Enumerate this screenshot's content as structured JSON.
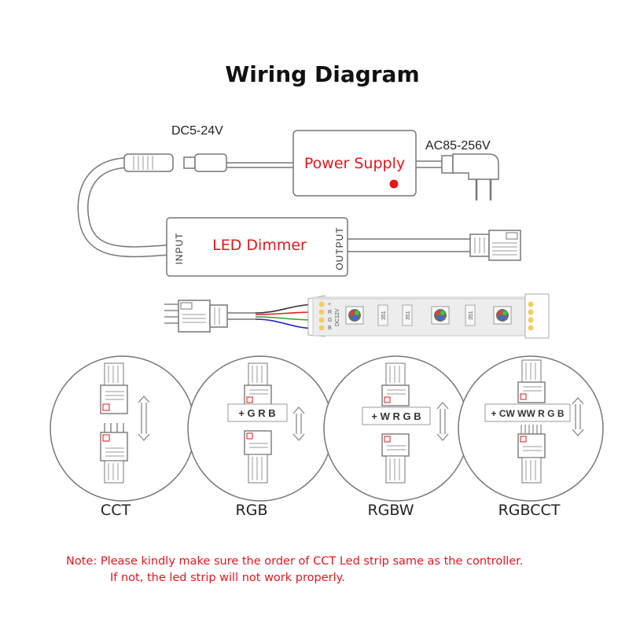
{
  "title": "Wiring Diagram",
  "labels": {
    "dc_input": "DC5-24V",
    "ac_input": "AC85-256V",
    "power_supply": "Power Supply",
    "led_dimmer": "LED Dimmer",
    "input_port": "INPUT",
    "output_port": "OUTPUT",
    "strip_voltage": "DC12V",
    "strip_pins": [
      "+",
      "R",
      "G",
      "B"
    ],
    "chip_code": "351"
  },
  "connection_types": [
    {
      "name": "CCT",
      "pin_order": ""
    },
    {
      "name": "RGB",
      "pin_order": "+ G R B"
    },
    {
      "name": "RGBW",
      "pin_order": "+ W R G B"
    },
    {
      "name": "RGBCCT",
      "pin_order": "+ CW WW R G B"
    }
  ],
  "note": {
    "line1": "Note: Please kindly make sure the order of CCT Led strip same as the controller.",
    "line2": "If not, the led strip will not work properly."
  },
  "colors": {
    "accent_red": "#e8141b",
    "outline": "#777777",
    "strip_yellow": "#f2cf5b"
  }
}
